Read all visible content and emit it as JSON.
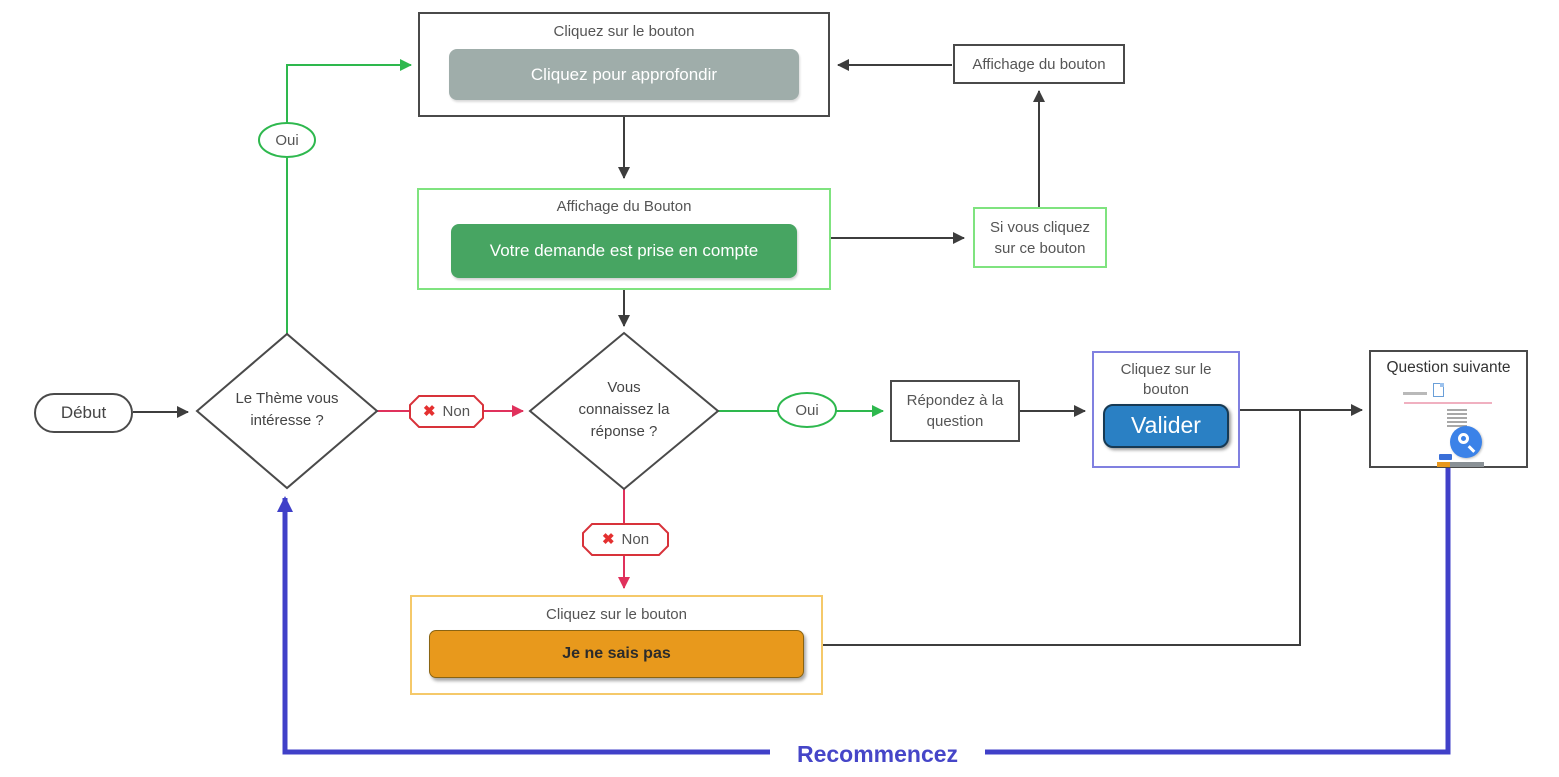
{
  "nodes": {
    "click_deepen": {
      "title": "Cliquez sur le bouton",
      "button": "Cliquez pour approfondir"
    },
    "display_button_top": {
      "label": "Affichage du bouton"
    },
    "display_button_green": {
      "title": "Affichage du Bouton",
      "button": "Votre demande est prise en compte"
    },
    "if_click": {
      "label": "Si vous cliquez sur ce bouton"
    },
    "start": {
      "label": "Début"
    },
    "decision_theme": {
      "label": "Le Thème vous intéresse ?"
    },
    "decision_answer": {
      "label": "Vous connaissez la réponse ?"
    },
    "answer_question": {
      "label": "Répondez à la question"
    },
    "click_validate": {
      "title": "Cliquez sur le bouton",
      "button": "Valider"
    },
    "next_question": {
      "title": "Question suivante"
    },
    "click_dontknow": {
      "title": "Cliquez sur le bouton",
      "button": "Je ne sais pas"
    }
  },
  "edges": {
    "yes1": "Oui",
    "no1": "Non",
    "yes2": "Oui",
    "no2": "Non",
    "restart": "Recommencez"
  },
  "icons": {
    "no_badge": "✖"
  },
  "colors": {
    "wire_black": "#3d3d3d",
    "wire_green": "#2eb84e",
    "wire_red": "#e0315c",
    "wire_blue": "#4040c8",
    "badge_border": "#d8323a",
    "gray_button": "#9fadaa",
    "green_button": "#47a562",
    "green_border": "#7fe37f",
    "blue_button": "#2a80c4",
    "validate_border": "#8080e0",
    "orange_button": "#e8991c",
    "orange_border": "#f5c96a"
  }
}
